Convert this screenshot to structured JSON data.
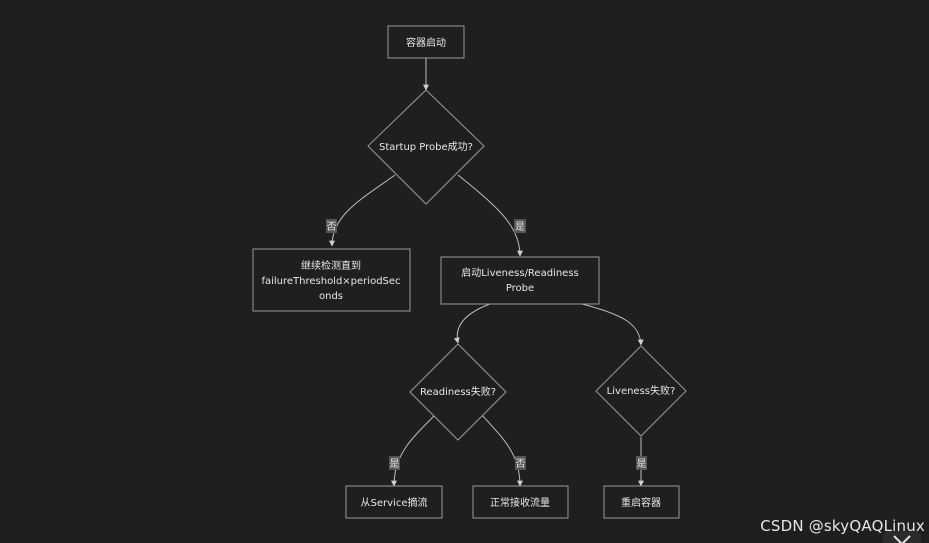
{
  "nodes": {
    "start": "容器启动",
    "startup_q": "Startup Probe成功?",
    "continue": [
      "继续检测直到",
      "failureThreshold×periodSec",
      "onds"
    ],
    "start_probes": [
      "启动Liveness/Readiness",
      "Probe"
    ],
    "readiness_q": "Readiness失败?",
    "liveness_q": "Liveness失败?",
    "remove": "从Service摘流",
    "normal": "正常接收流量",
    "restart": "重启容器"
  },
  "edges": {
    "no1": "否",
    "yes1": "是",
    "yes2": "是",
    "no2": "否",
    "yes3": "是"
  },
  "watermark": "CSDN @skyQAQLinux",
  "colors": {
    "background": "#1f1f20",
    "node_fill": "#1e1f1f",
    "node_stroke": "#9a9a9a",
    "edge": "#bdbdbd",
    "label_bg": "#555555"
  }
}
